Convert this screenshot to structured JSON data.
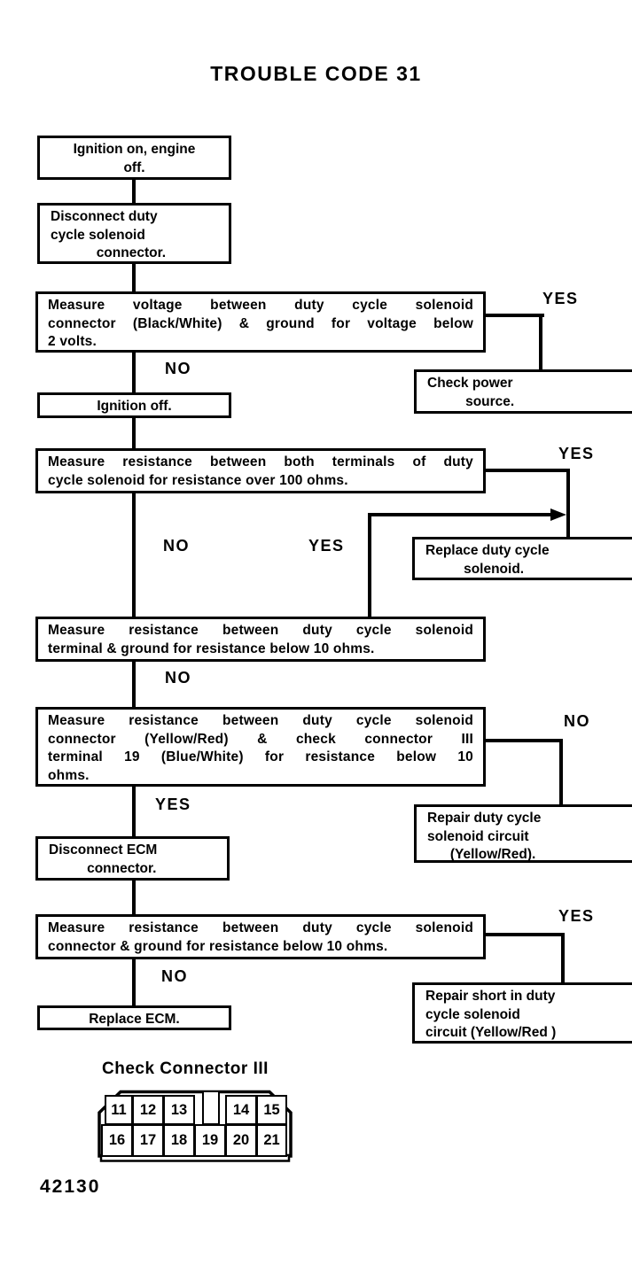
{
  "title": "TROUBLE CODE 31",
  "labels": {
    "yes": "YES",
    "no": "NO"
  },
  "flowchart": {
    "steps": {
      "ignition_on": "Ignition on, engine\noff.",
      "disconnect_solenoid": "Disconnect duty\ncycle solenoid\n            connector.",
      "measure_voltage": [
        "Measure voltage between duty cycle solenoid",
        "connector (Black/White) & ground for voltage below",
        "2 volts."
      ],
      "ignition_off": "Ignition off.",
      "check_power_source": "Check power\n          source.",
      "measure_resistance_terminals": [
        "Measure resistance between both terminals of duty",
        "cycle solenoid for resistance over 100 ohms."
      ],
      "replace_duty_cycle_solenoid": "Replace duty cycle\n          solenoid.",
      "measure_resistance_terminal_ground": [
        "Measure resistance between duty cycle solenoid",
        "terminal & ground for resistance below 10 ohms."
      ],
      "measure_resistance_check_connector": [
        "Measure resistance between duty cycle solenoid",
        "connector (Yellow/Red) & check connector III",
        "terminal 19 (Blue/White) for resistance below 10",
        "ohms."
      ],
      "repair_duty_cycle_circuit": "Repair duty cycle\nsolenoid circuit\n      (Yellow/Red).",
      "disconnect_ecm": "Disconnect ECM\n          connector.",
      "measure_resistance_connector_ground": [
        "Measure resistance between duty cycle solenoid",
        "connector & ground for resistance below 10 ohms."
      ],
      "repair_short_circuit": "Repair short in duty\ncycle solenoid\ncircuit (Yellow/Red )",
      "replace_ecm": "Replace ECM."
    }
  },
  "connector_diagram": {
    "caption": "Check Connector III",
    "top_row": [
      "11",
      "12",
      "13",
      "14",
      "15"
    ],
    "bottom_row": [
      "16",
      "17",
      "18",
      "19",
      "20",
      "21"
    ]
  },
  "figure_number": "42130"
}
